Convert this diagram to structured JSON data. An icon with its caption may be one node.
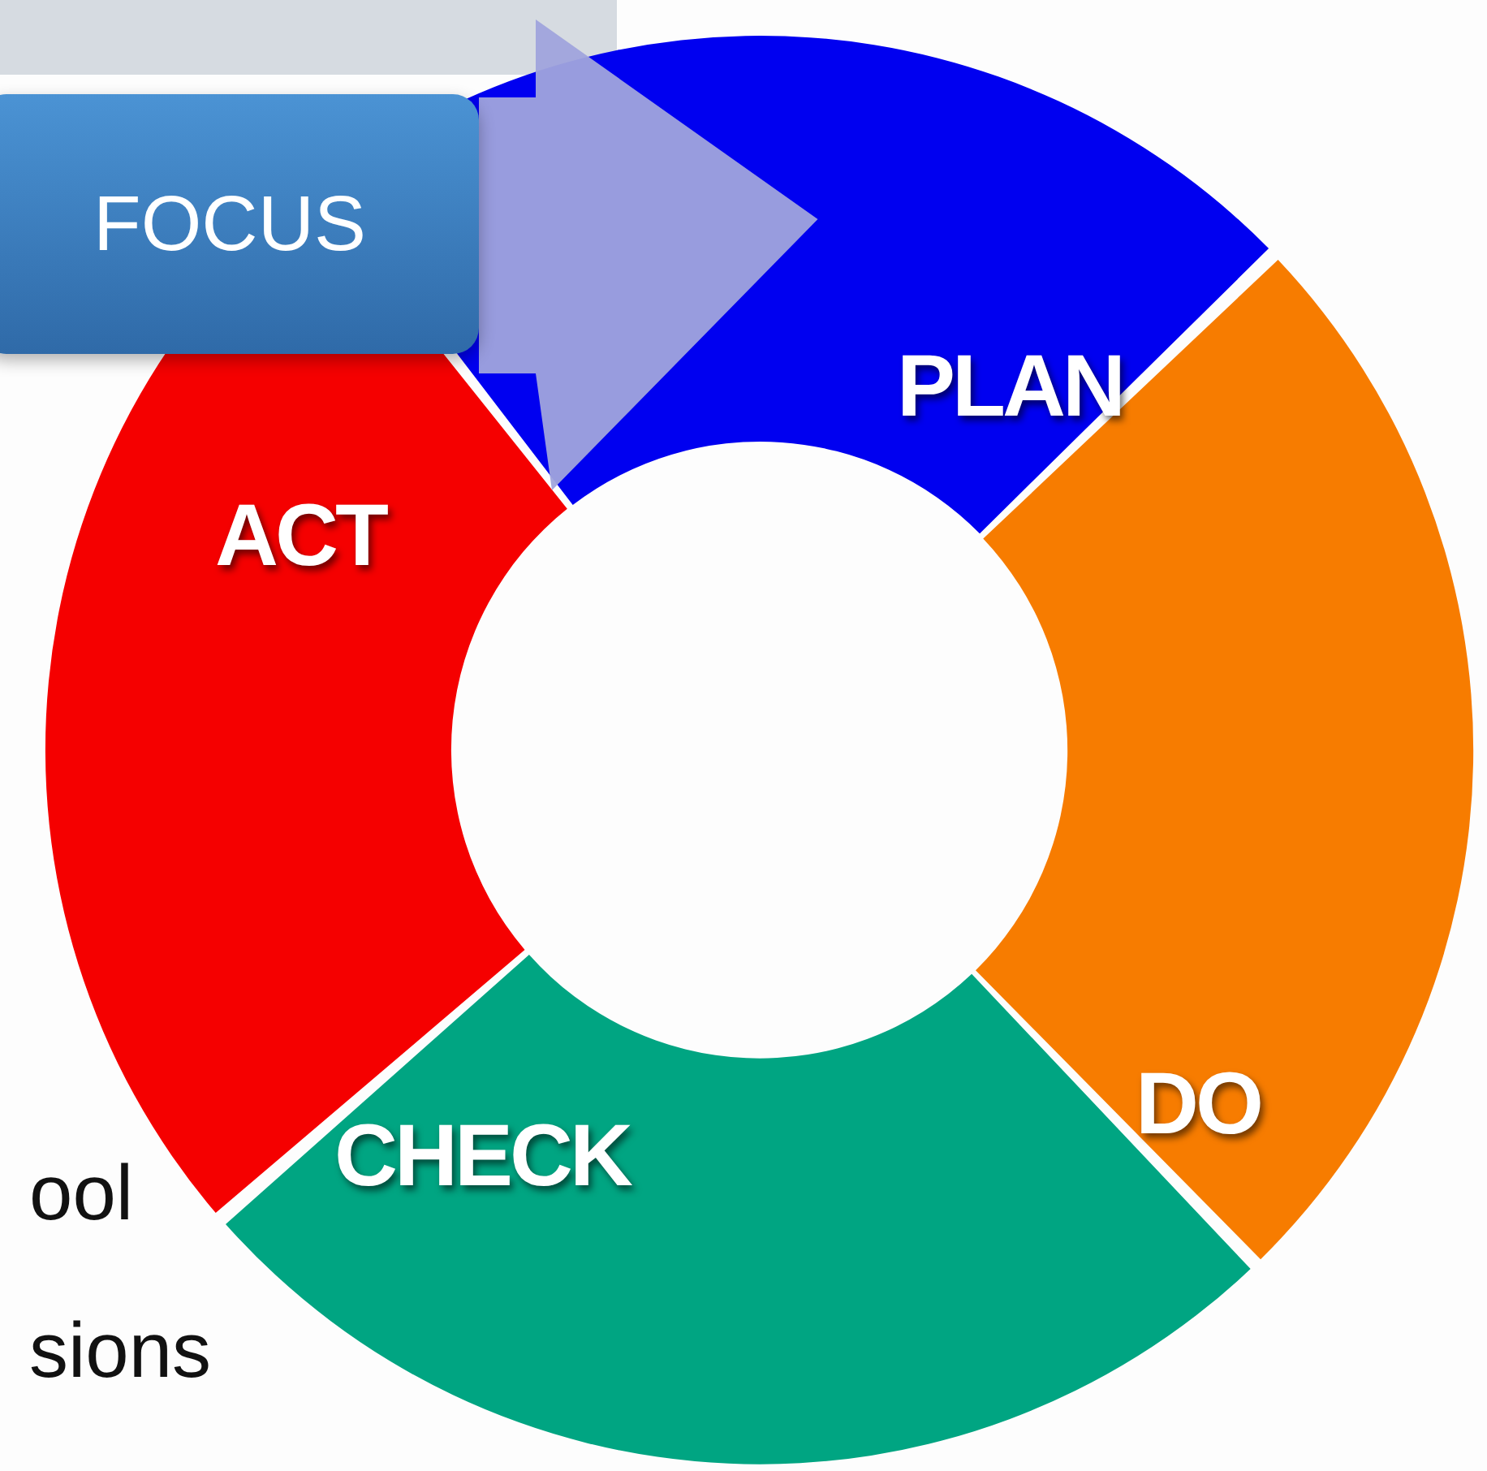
{
  "diagram": {
    "nodes": [
      {
        "text": [
          "FOCUS"
        ]
      },
      {
        "text": [
          "PLAN"
        ]
      },
      {
        "text": [
          "DO"
        ]
      },
      {
        "text": [
          "CHECK"
        ]
      },
      {
        "text": [
          "ACT"
        ]
      }
    ],
    "edges": [
      {
        "from": 0,
        "to": 1,
        "arrow": "to",
        "style": "thick",
        "color": "#a0a4dc"
      }
    ],
    "labels": [
      "ool",
      "sions"
    ]
  }
}
